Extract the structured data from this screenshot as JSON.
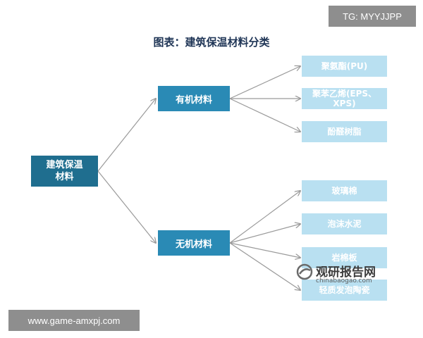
{
  "corner_tag": "TG: MYYJJPP",
  "title": "图表：建筑保温材料分类",
  "root": {
    "label": "建筑保温\n材料"
  },
  "organic": {
    "label": "有机材料",
    "children": [
      "聚氨酯(PU)",
      "聚苯乙烯(EPS、\nXPS)",
      "酚醛树脂"
    ]
  },
  "inorganic": {
    "label": "无机材料",
    "children": [
      "玻璃棉",
      "泡沫水泥",
      "岩棉板",
      "轻质发泡陶瓷"
    ]
  },
  "watermark": {
    "cn": "观研报告网",
    "en": "chinabaogao.com"
  },
  "footer_url": "www.game-amxpj.com",
  "colors": {
    "root": "#1f6e8f",
    "mid": "#2a8ab5",
    "leaf": "#b9e0f1",
    "edge": "#9a9a9a"
  }
}
